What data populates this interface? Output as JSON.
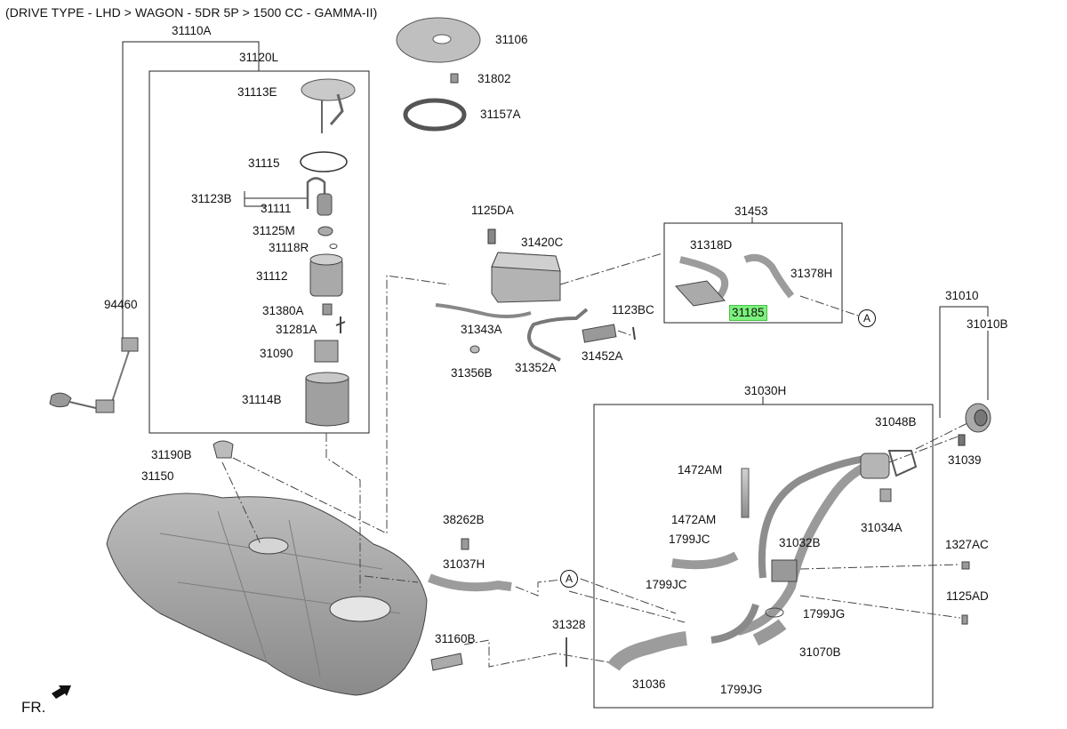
{
  "header": "(DRIVE TYPE - LHD > WAGON - 5DR 5P > 1500 CC - GAMMA-II)",
  "front_marker": "FR.",
  "ref_marker": "A",
  "highlighted_part": "31185",
  "parts": {
    "p31110A": "31110A",
    "p31120L": "31120L",
    "p31113E": "31113E",
    "p31115": "31115",
    "p31123B": "31123B",
    "p31111": "31111",
    "p31125M": "31125M",
    "p31118R": "31118R",
    "p31112": "31112",
    "p31380A": "31380A",
    "p31281A": "31281A",
    "p31090": "31090",
    "p31114B": "31114B",
    "p94460": "94460",
    "p31106": "31106",
    "p31802": "31802",
    "p31157A": "31157A",
    "p1125DA": "1125DA",
    "p31420C": "31420C",
    "p31343A": "31343A",
    "p31356B": "31356B",
    "p31352A": "31352A",
    "p31452A": "31452A",
    "p1123BC": "1123BC",
    "p31453": "31453",
    "p31318D": "31318D",
    "p31378H": "31378H",
    "p31185": "31185",
    "p31010": "31010",
    "p31010B": "31010B",
    "p31030H": "31030H",
    "p31048B": "31048B",
    "p31039": "31039",
    "p1472AM_a": "1472AM",
    "p1472AM_b": "1472AM",
    "p1799JC_a": "1799JC",
    "p1799JC_b": "1799JC",
    "p31034A": "31034A",
    "p31032B": "31032B",
    "p1327AC": "1327AC",
    "p1125AD": "1125AD",
    "p1799JG_a": "1799JG",
    "p1799JG_b": "1799JG",
    "p31070B": "31070B",
    "p31036": "31036",
    "p31190B": "31190B",
    "p31150": "31150",
    "p38262B": "38262B",
    "p31037H": "31037H",
    "p31160B": "31160B",
    "p31328": "31328"
  }
}
